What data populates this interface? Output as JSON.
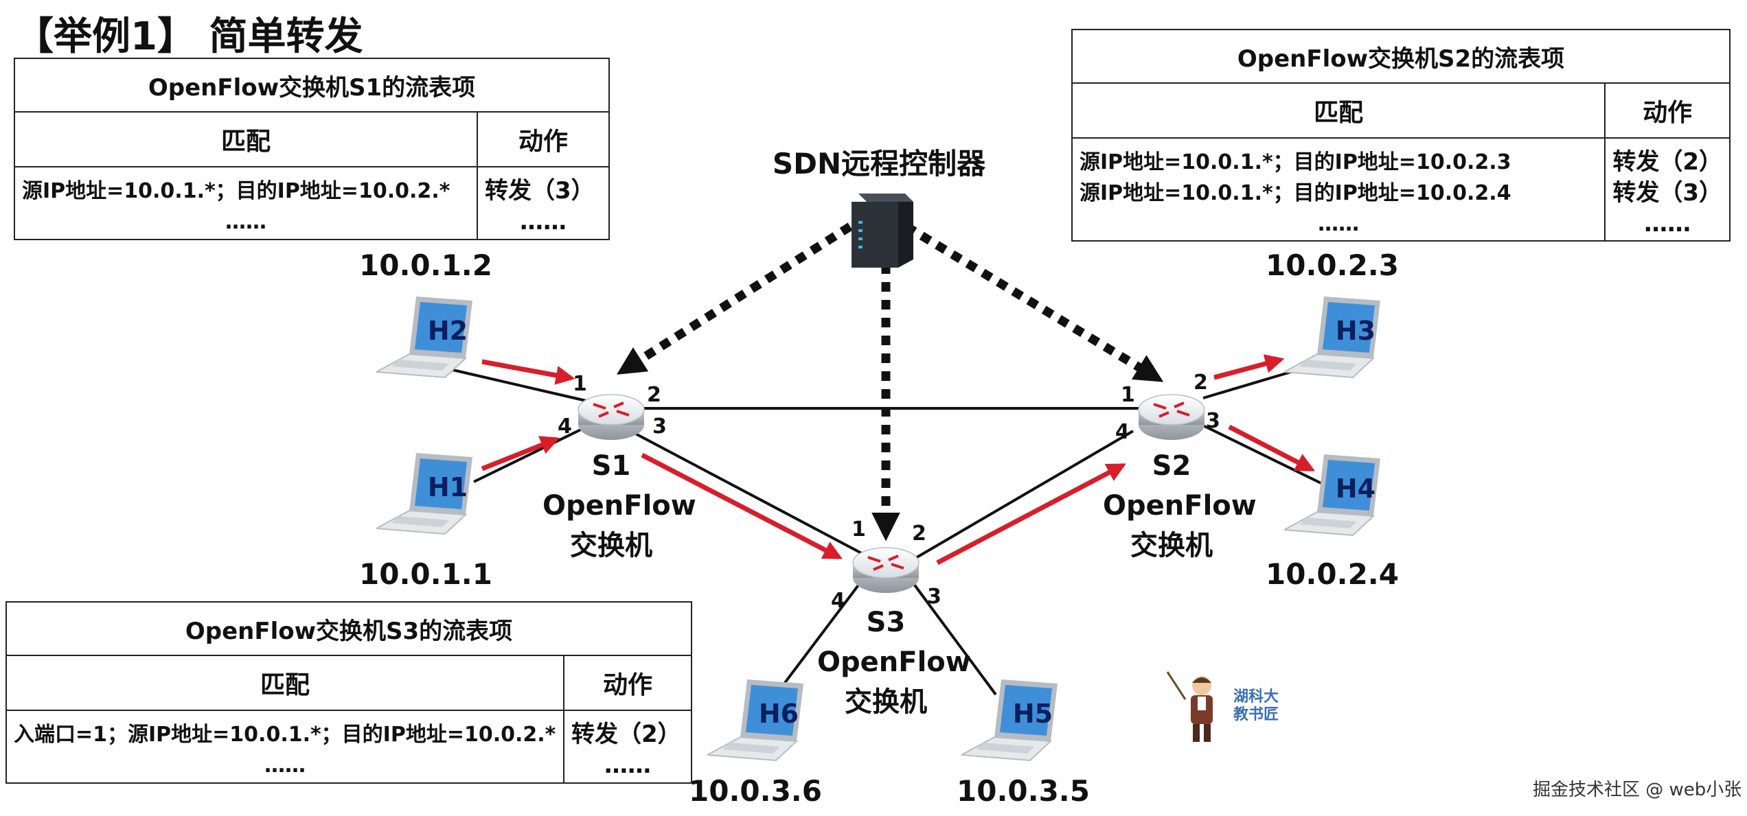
{
  "slide": {
    "title": "【举例1】 简单转发"
  },
  "controller": {
    "label": "SDN远程控制器"
  },
  "tables": {
    "s1": {
      "caption": "OpenFlow交换机S1的流表项",
      "match_header": "匹配",
      "action_header": "动作",
      "rows": [
        {
          "match": "源IP地址=10.0.1.*；目的IP地址=10.0.2.*",
          "action": "转发（3）"
        }
      ],
      "ellipsis": "……"
    },
    "s2": {
      "caption": "OpenFlow交换机S2的流表项",
      "match_header": "匹配",
      "action_header": "动作",
      "rows": [
        {
          "match": "源IP地址=10.0.1.*；目的IP地址=10.0.2.3",
          "action": "转发（2）"
        },
        {
          "match": "源IP地址=10.0.1.*；目的IP地址=10.0.2.4",
          "action": "转发（3）"
        }
      ],
      "ellipsis": "……"
    },
    "s3": {
      "caption": "OpenFlow交换机S3的流表项",
      "match_header": "匹配",
      "action_header": "动作",
      "rows": [
        {
          "match": "入端口=1；源IP地址=10.0.1.*；目的IP地址=10.0.2.*",
          "action": "转发（2）"
        }
      ],
      "ellipsis": "……"
    }
  },
  "switches": {
    "s1": {
      "name": "S1",
      "line1": "OpenFlow",
      "line2": "交换机"
    },
    "s2": {
      "name": "S2",
      "line1": "OpenFlow",
      "line2": "交换机"
    },
    "s3": {
      "name": "S3",
      "line1": "OpenFlow",
      "line2": "交换机"
    }
  },
  "ports": {
    "s1": [
      "1",
      "2",
      "3",
      "4"
    ],
    "s2": [
      "1",
      "2",
      "3",
      "4"
    ],
    "s3": [
      "1",
      "2",
      "3",
      "4"
    ]
  },
  "hosts": {
    "h1": {
      "name": "H1",
      "ip": "10.0.1.1"
    },
    "h2": {
      "name": "H2",
      "ip": "10.0.1.2"
    },
    "h3": {
      "name": "H3",
      "ip": "10.0.2.3"
    },
    "h4": {
      "name": "H4",
      "ip": "10.0.2.4"
    },
    "h5": {
      "name": "H5",
      "ip": "10.0.3.5"
    },
    "h6": {
      "name": "H6",
      "ip": "10.0.3.6"
    }
  },
  "presenter_badge": {
    "line1": "湖科大",
    "line2": "教书匠"
  },
  "watermark": "掘金技术社区 @ web小张",
  "colors": {
    "flow_arrow": "#d81e2a",
    "control_link": "#111111",
    "screen": "#3f8fd8"
  }
}
